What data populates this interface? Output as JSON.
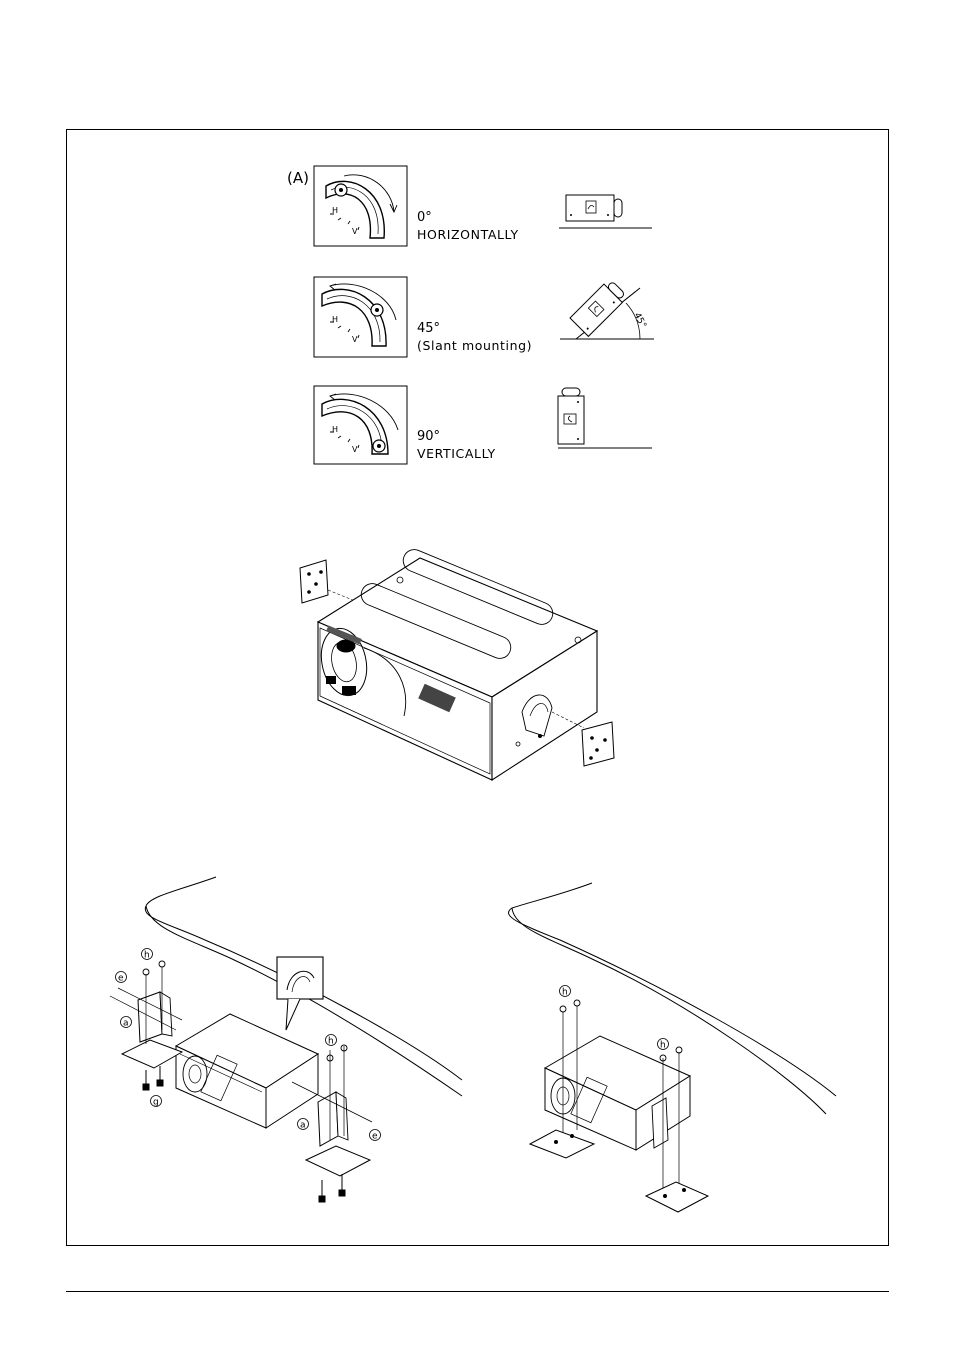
{
  "figure_a": {
    "marker": "(A)",
    "rows": [
      {
        "degree": "0°",
        "caption": "HORIZONTALLY"
      },
      {
        "degree": "45°",
        "caption": "(Slant mounting)"
      },
      {
        "degree": "90°",
        "caption": "VERTICALLY"
      }
    ],
    "dial_marks": {
      "h": "H",
      "v": "V"
    },
    "angle_label": "45°"
  },
  "callouts": {
    "a": "a",
    "e": "e",
    "g": "g",
    "h": "h"
  }
}
